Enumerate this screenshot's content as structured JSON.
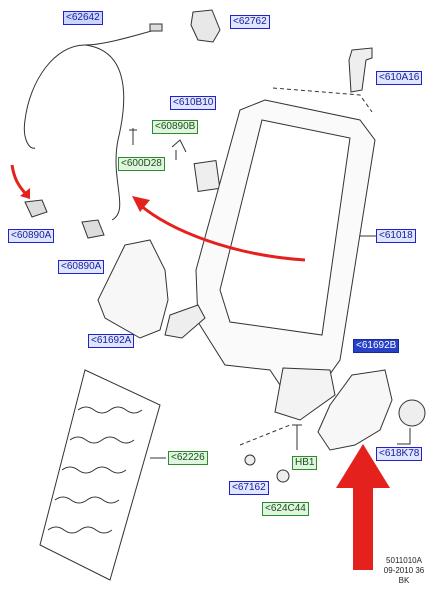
{
  "labels": {
    "l62642": "<62642",
    "l62762": "<62762",
    "l610A16": "<610A16",
    "l610B10": "<610B10",
    "l60890B": "<60890B",
    "l600D28": "<600D28",
    "l60890A_1": "<60890A",
    "l60890A_2": "<60890A",
    "l61018": "<61018",
    "l61692A": "<61692A",
    "l61692B": "<61692B",
    "l618K78": "<618K78",
    "l62226": "<62226",
    "l67162": "<67162",
    "lHB1": "HB1",
    "l624C44": "<624C44"
  },
  "footer": {
    "line1": "5011010A",
    "line2": "09-2010 36",
    "line3": "BK"
  },
  "colors": {
    "arrow": "#e5211e",
    "label_border_blue": "#2222cc",
    "label_border_green": "#2d8a2d",
    "label_fill_dark": "#2740c8"
  }
}
